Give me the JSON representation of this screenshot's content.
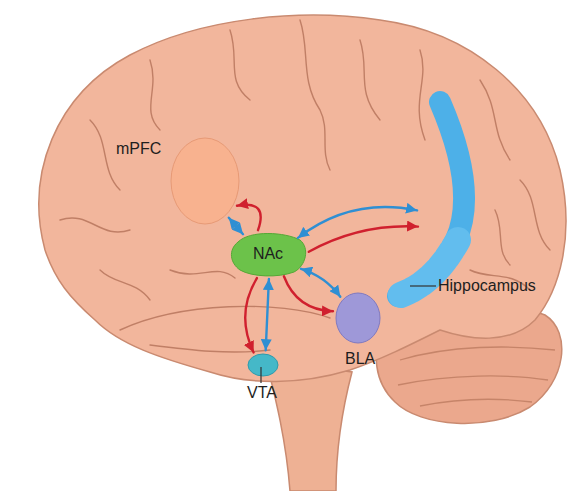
{
  "diagram": {
    "nodes": [
      {
        "text": [
          "mPFC"
        ]
      },
      {
        "text": [
          "NAc"
        ]
      },
      {
        "text": [
          "Hippocampus"
        ]
      },
      {
        "text": [
          "BLA"
        ]
      },
      {
        "text": [
          "VTA"
        ]
      }
    ],
    "edges": [
      {
        "from": 1,
        "to": 0,
        "arrow": "to"
      },
      {
        "from": 1,
        "to": 0,
        "arrow": "both"
      },
      {
        "from": 1,
        "to": 2,
        "arrow": "both"
      },
      {
        "from": 1,
        "to": 2,
        "arrow": "to"
      },
      {
        "from": 1,
        "to": 4,
        "arrow": "to"
      },
      {
        "from": 1,
        "to": 4,
        "arrow": "both"
      },
      {
        "from": 1,
        "to": 3,
        "arrow": "both"
      },
      {
        "from": 1,
        "to": 3,
        "arrow": "to"
      }
    ]
  }
}
